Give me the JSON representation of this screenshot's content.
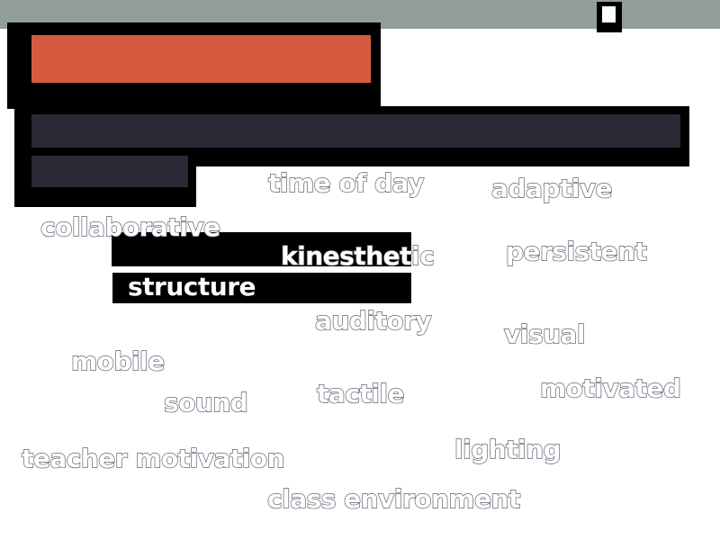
{
  "slide": {
    "word_cloud": [
      "time of day",
      "adaptive",
      "collaborative",
      "kinesthetic",
      "persistent",
      "structure",
      "auditory",
      "visual",
      "mobile",
      "sound",
      "tactile",
      "motivated",
      "teacher motivation",
      "lighting",
      "class environment"
    ]
  },
  "colors": {
    "top_bar": "#929e98",
    "title_accent": "#d65a3f",
    "subtitle_bar": "#2a2a36",
    "frame": "#000000",
    "word_outline": "#5d6370",
    "word_fill": "#ffffff"
  }
}
